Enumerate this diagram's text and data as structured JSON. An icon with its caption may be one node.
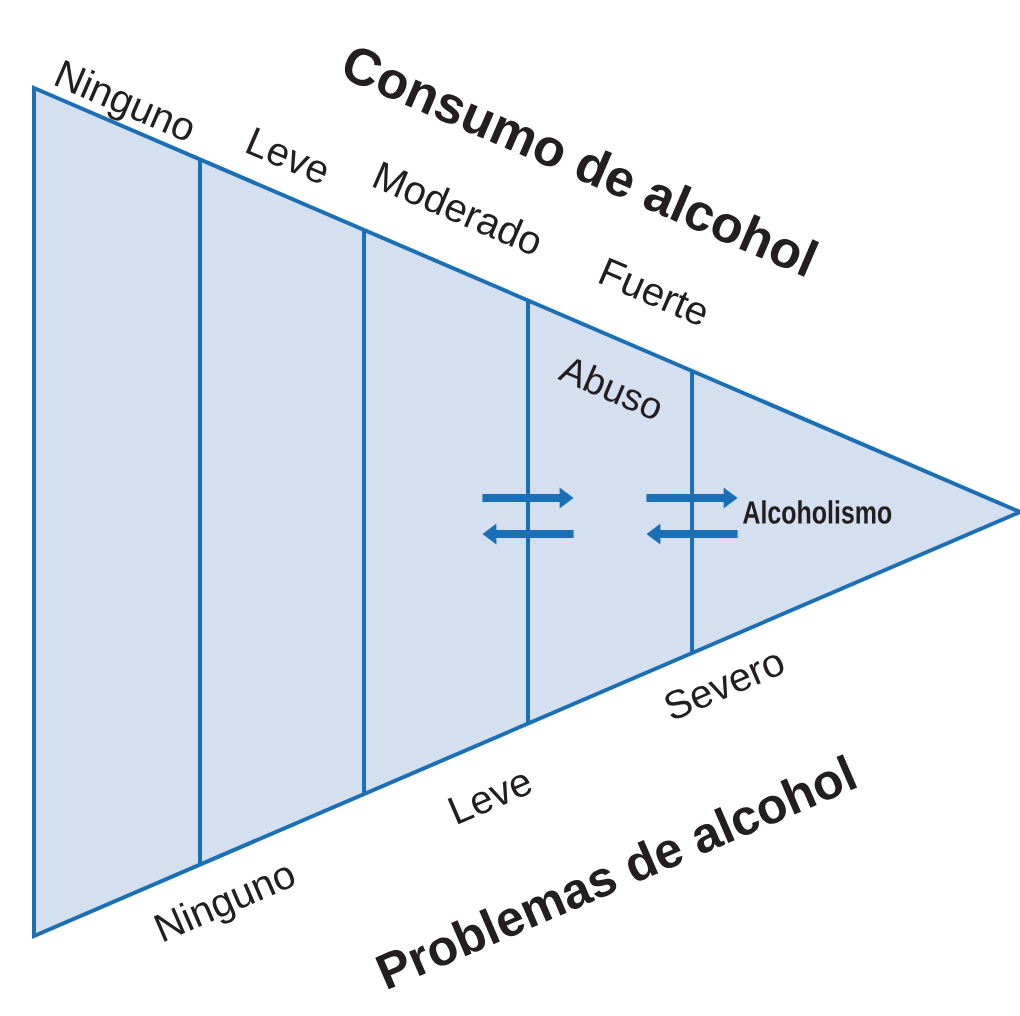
{
  "diagram": {
    "nodes": [
      {
        "text": [],
        "shape": "band"
      },
      {
        "text": [],
        "shape": "band"
      },
      {
        "text": [],
        "shape": "band"
      },
      {
        "text": [
          "Abuso"
        ]
      },
      {
        "text": [
          "Alcoholismo"
        ]
      }
    ],
    "edges": [
      {
        "from": 2,
        "to": 3,
        "arrow": "to"
      },
      {
        "from": 3,
        "to": 2,
        "arrow": "to"
      },
      {
        "from": 3,
        "to": 4,
        "arrow": "to"
      },
      {
        "from": 4,
        "to": 3,
        "arrow": "to"
      }
    ],
    "labels": [
      "Consumo de alcohol",
      "Ninguno",
      "Leve",
      "Moderado",
      "Fuerte",
      "Severo",
      "Leve",
      "Ninguno",
      "Problemas de alcohol"
    ]
  }
}
